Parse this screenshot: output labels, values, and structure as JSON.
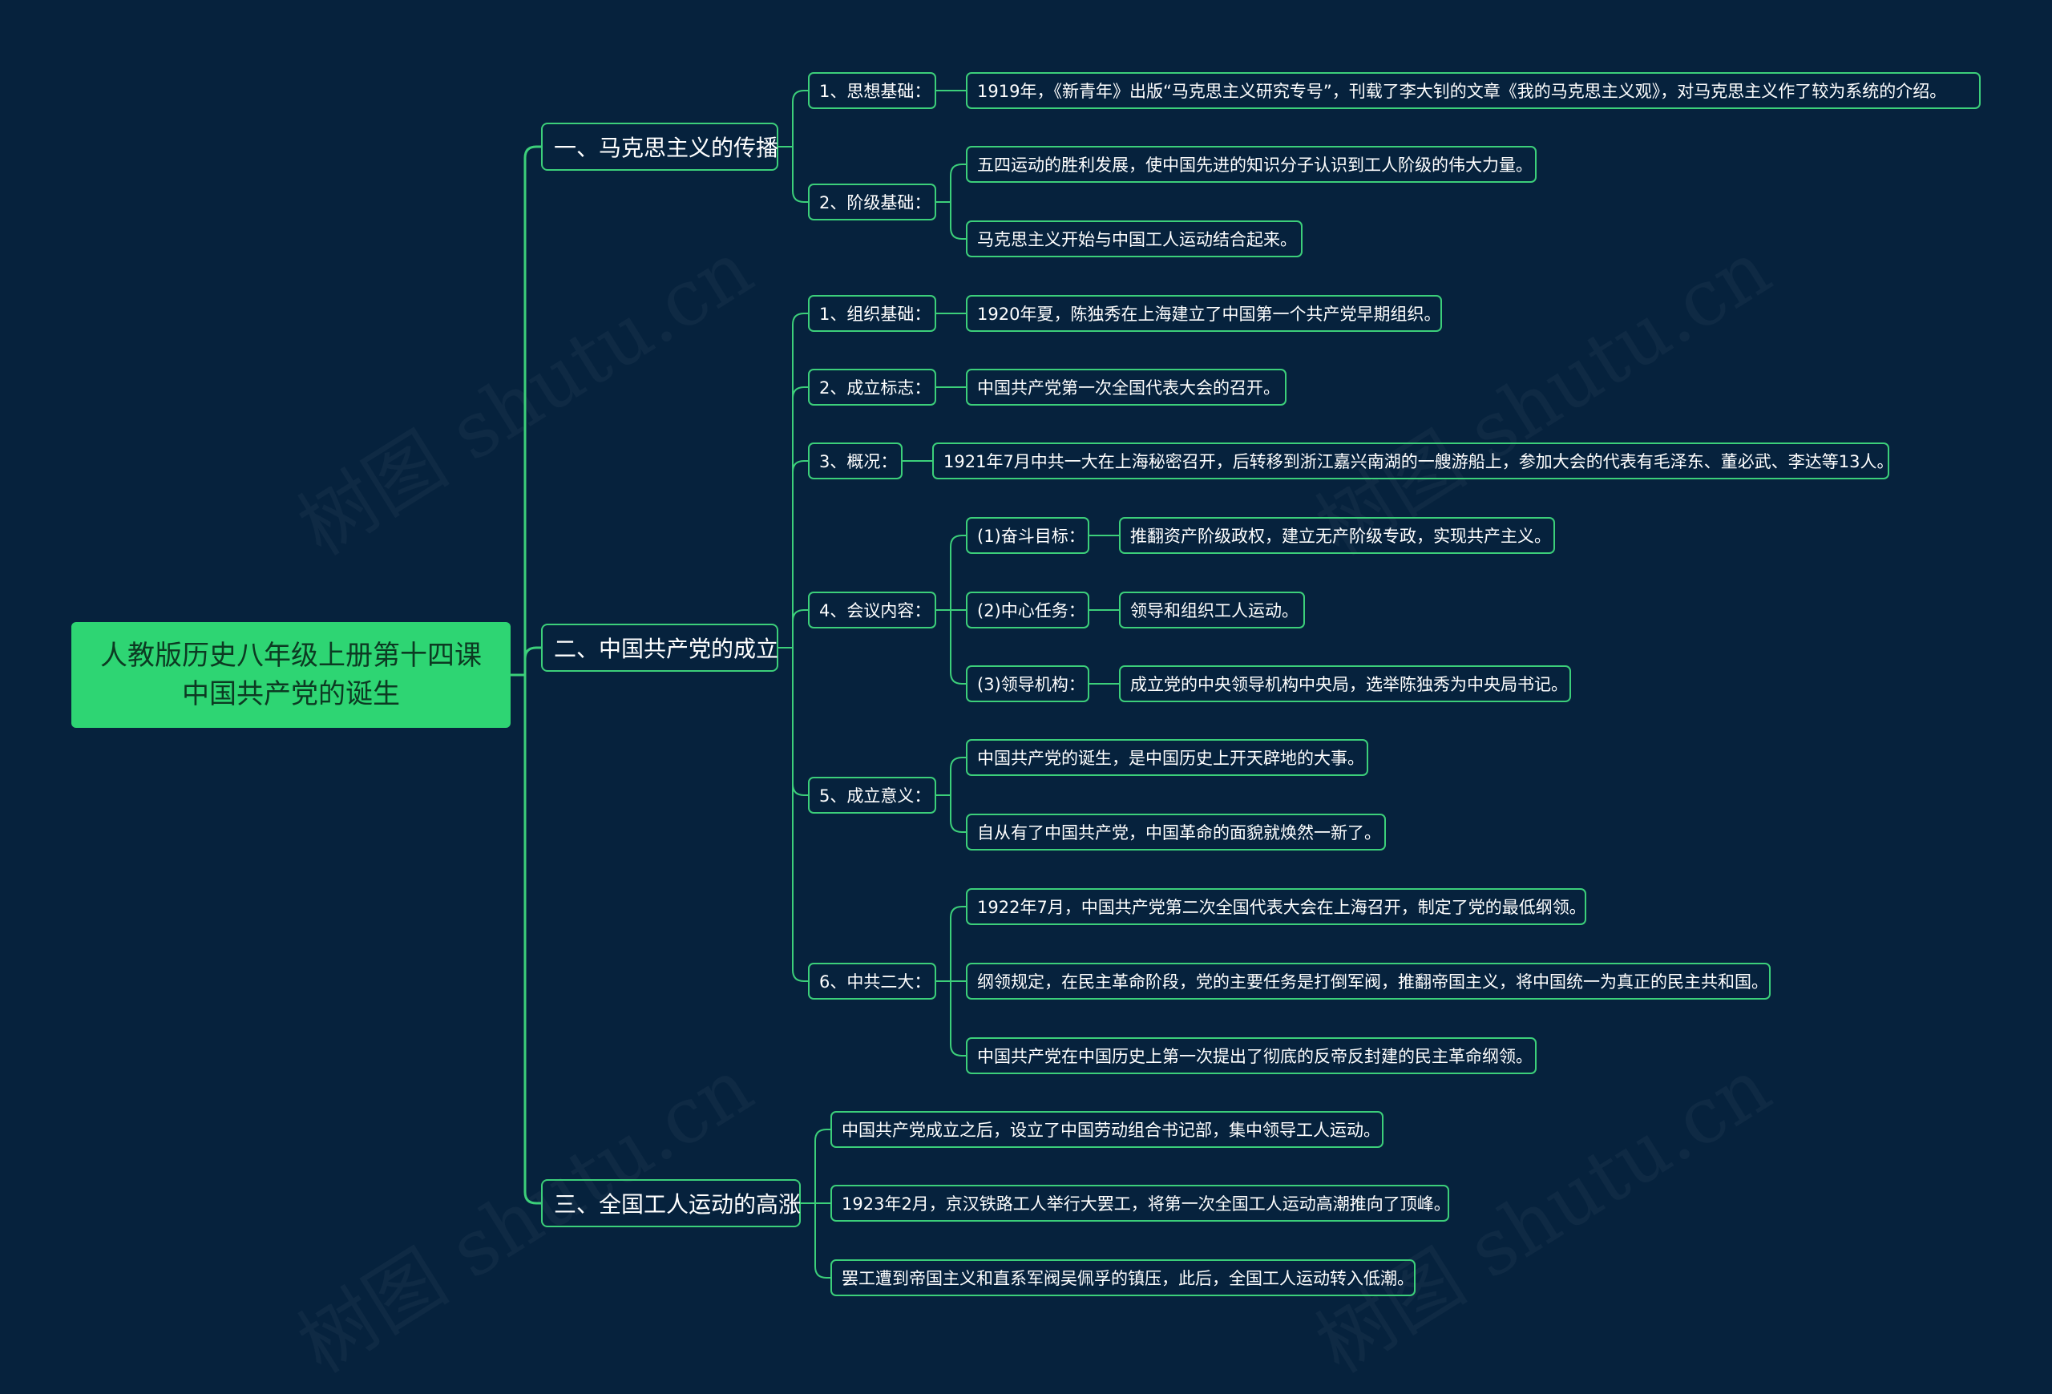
{
  "root": {
    "line1": "人教版历史八年级上册第十四课",
    "line2": "中国共产党的诞生"
  },
  "branches": [
    {
      "label": "一、马克思主义的传播",
      "children": [
        {
          "label": "1、思想基础：",
          "children": [
            {
              "label": "1919年，《新青年》出版“马克思主义研究专号”，刊载了李大钊的文章《我的马克思主义观》，对马克思主义作了较为系统的介绍。"
            }
          ]
        },
        {
          "label": "2、阶级基础：",
          "children": [
            {
              "label": "五四运动的胜利发展，使中国先进的知识分子认识到工人阶级的伟大力量。"
            },
            {
              "label": "马克思主义开始与中国工人运动结合起来。"
            }
          ]
        }
      ]
    },
    {
      "label": "二、中国共产党的成立",
      "children": [
        {
          "label": "1、组织基础：",
          "children": [
            {
              "label": "1920年夏，陈独秀在上海建立了中国第一个共产党早期组织。"
            }
          ]
        },
        {
          "label": "2、成立标志：",
          "children": [
            {
              "label": "中国共产党第一次全国代表大会的召开。"
            }
          ]
        },
        {
          "label": "3、概况：",
          "children": [
            {
              "label": "1921年7月中共一大在上海秘密召开，后转移到浙江嘉兴南湖的一艘游船上，参加大会的代表有毛泽东、董必武、李达等13人。"
            }
          ]
        },
        {
          "label": "4、会议内容：",
          "children": [
            {
              "label": "(1)奋斗目标：",
              "children": [
                {
                  "label": "推翻资产阶级政权，建立无产阶级专政，实现共产主义。"
                }
              ]
            },
            {
              "label": "(2)中心任务：",
              "children": [
                {
                  "label": "领导和组织工人运动。"
                }
              ]
            },
            {
              "label": "(3)领导机构：",
              "children": [
                {
                  "label": "成立党的中央领导机构中央局，选举陈独秀为中央局书记。"
                }
              ]
            }
          ]
        },
        {
          "label": "5、成立意义：",
          "children": [
            {
              "label": "中国共产党的诞生，是中国历史上开天辟地的大事。"
            },
            {
              "label": "自从有了中国共产党，中国革命的面貌就焕然一新了。"
            }
          ]
        },
        {
          "label": "6、中共二大：",
          "children": [
            {
              "label": "1922年7月，中国共产党第二次全国代表大会在上海召开，制定了党的最低纲领。"
            },
            {
              "label": "纲领规定，在民主革命阶段，党的主要任务是打倒军阀，推翻帝国主义，将中国统一为真正的民主共和国。"
            },
            {
              "label": "中国共产党在中国历史上第一次提出了彻底的反帝反封建的民主革命纲领。"
            }
          ]
        }
      ]
    },
    {
      "label": "三、全国工人运动的高涨",
      "children": [
        {
          "label": "中国共产党成立之后，设立了中国劳动组合书记部，集中领导工人运动。"
        },
        {
          "label": "1923年2月，京汉铁路工人举行大罢工，将第一次全国工人运动高潮推向了顶峰。"
        },
        {
          "label": "罢工遭到帝国主义和直系军阀吴佩孚的镇压，此后，全国工人运动转入低潮。"
        }
      ]
    }
  ],
  "watermark": "树图 shutu.cn",
  "colors": {
    "background": "#06223d",
    "root": "#2ed573",
    "line": "#3ccf7a"
  }
}
